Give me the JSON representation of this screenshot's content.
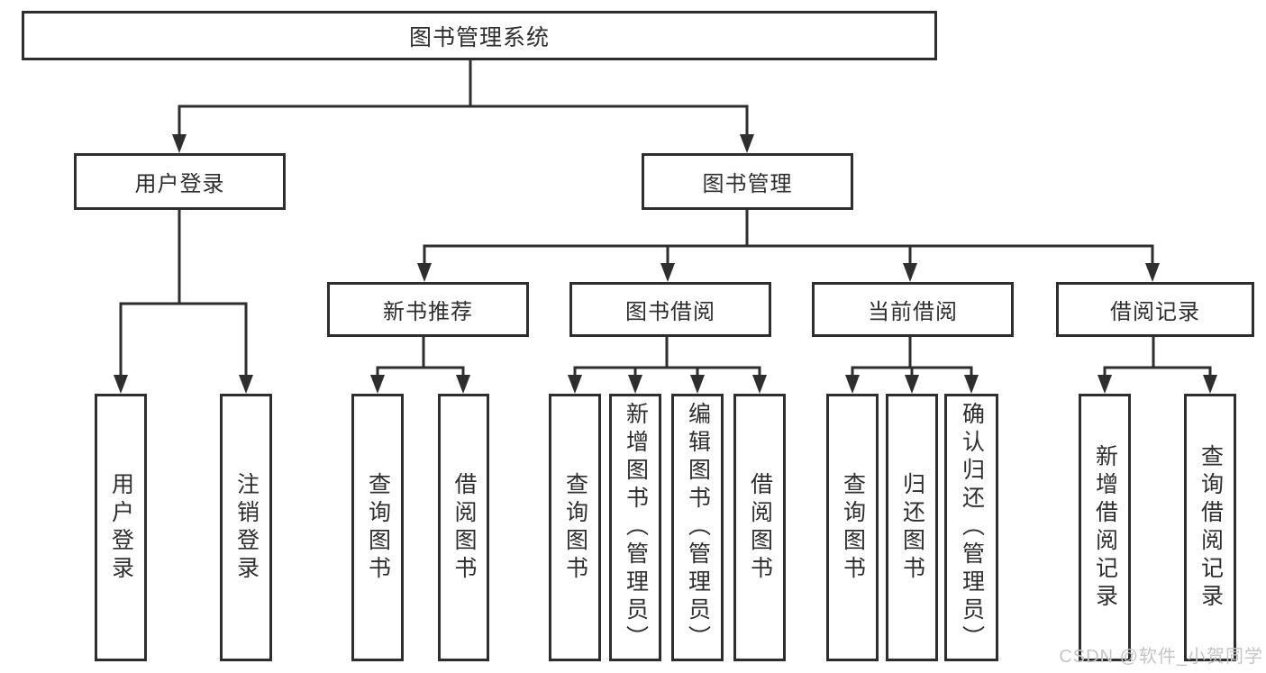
{
  "diagram": {
    "root": {
      "label": "图书管理系统"
    },
    "branches": [
      {
        "label": "用户登录",
        "children": [
          {
            "label": "用户登录"
          },
          {
            "label": "注销登录"
          }
        ]
      },
      {
        "label": "图书管理",
        "children": [
          {
            "label": "新书推荐",
            "children": [
              {
                "label": "查询图书"
              },
              {
                "label": "借阅图书"
              }
            ]
          },
          {
            "label": "图书借阅",
            "children": [
              {
                "label": "查询图书"
              },
              {
                "label": "新增图书（管理员）"
              },
              {
                "label": "编辑图书（管理员）"
              },
              {
                "label": "借阅图书"
              }
            ]
          },
          {
            "label": "当前借阅",
            "children": [
              {
                "label": "查询图书"
              },
              {
                "label": "归还图书"
              },
              {
                "label": "确认归还（管理员）"
              }
            ]
          },
          {
            "label": "借阅记录",
            "children": [
              {
                "label": "新增借阅记录"
              },
              {
                "label": "查询借阅记录"
              }
            ]
          }
        ]
      }
    ]
  },
  "watermark": {
    "text": "CSDN @软件_小贺同学"
  },
  "colors": {
    "line": "#2e2e2e",
    "text": "#2e2e2e",
    "watermark": "#c5c5c5",
    "background": "#ffffff"
  }
}
